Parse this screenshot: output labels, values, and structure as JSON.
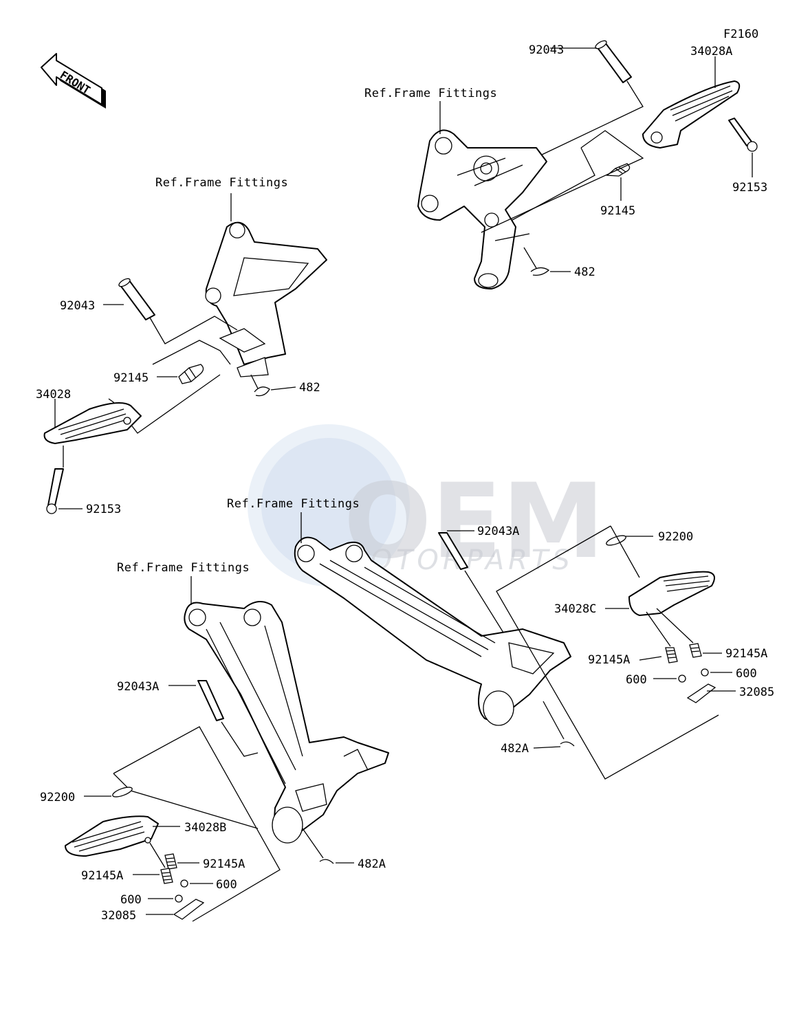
{
  "figure_code": "F2160",
  "front_arrow": "FRONT",
  "watermark": {
    "main": "OEM",
    "sub": "MOTORPARTS"
  },
  "callouts": {
    "tr_92043": "92043",
    "tr_34028A": "34028A",
    "tr_ref": "Ref.Frame Fittings",
    "tr_92153": "92153",
    "tr_92145": "92145",
    "tr_482": "482",
    "tl_ref": "Ref.Frame Fittings",
    "tl_92043": "92043",
    "tl_92145": "92145",
    "tl_482": "482",
    "tl_34028": "34028",
    "tl_92153": "92153",
    "br_ref": "Ref.Frame Fittings",
    "br_92043A": "92043A",
    "br_92200": "92200",
    "br_34028C": "34028C",
    "br_92145A_r": "92145A",
    "br_92145A_l": "92145A",
    "br_600_r": "600",
    "br_600_l": "600",
    "br_32085": "32085",
    "br_482A": "482A",
    "bl_ref": "Ref.Frame Fittings",
    "bl_92043A": "92043A",
    "bl_92200": "92200",
    "bl_34028B": "34028B",
    "bl_92145A_r": "92145A",
    "bl_92145A_l": "92145A",
    "bl_600_r": "600",
    "bl_600_l": "600",
    "bl_32085": "32085",
    "bl_482A": "482A"
  }
}
